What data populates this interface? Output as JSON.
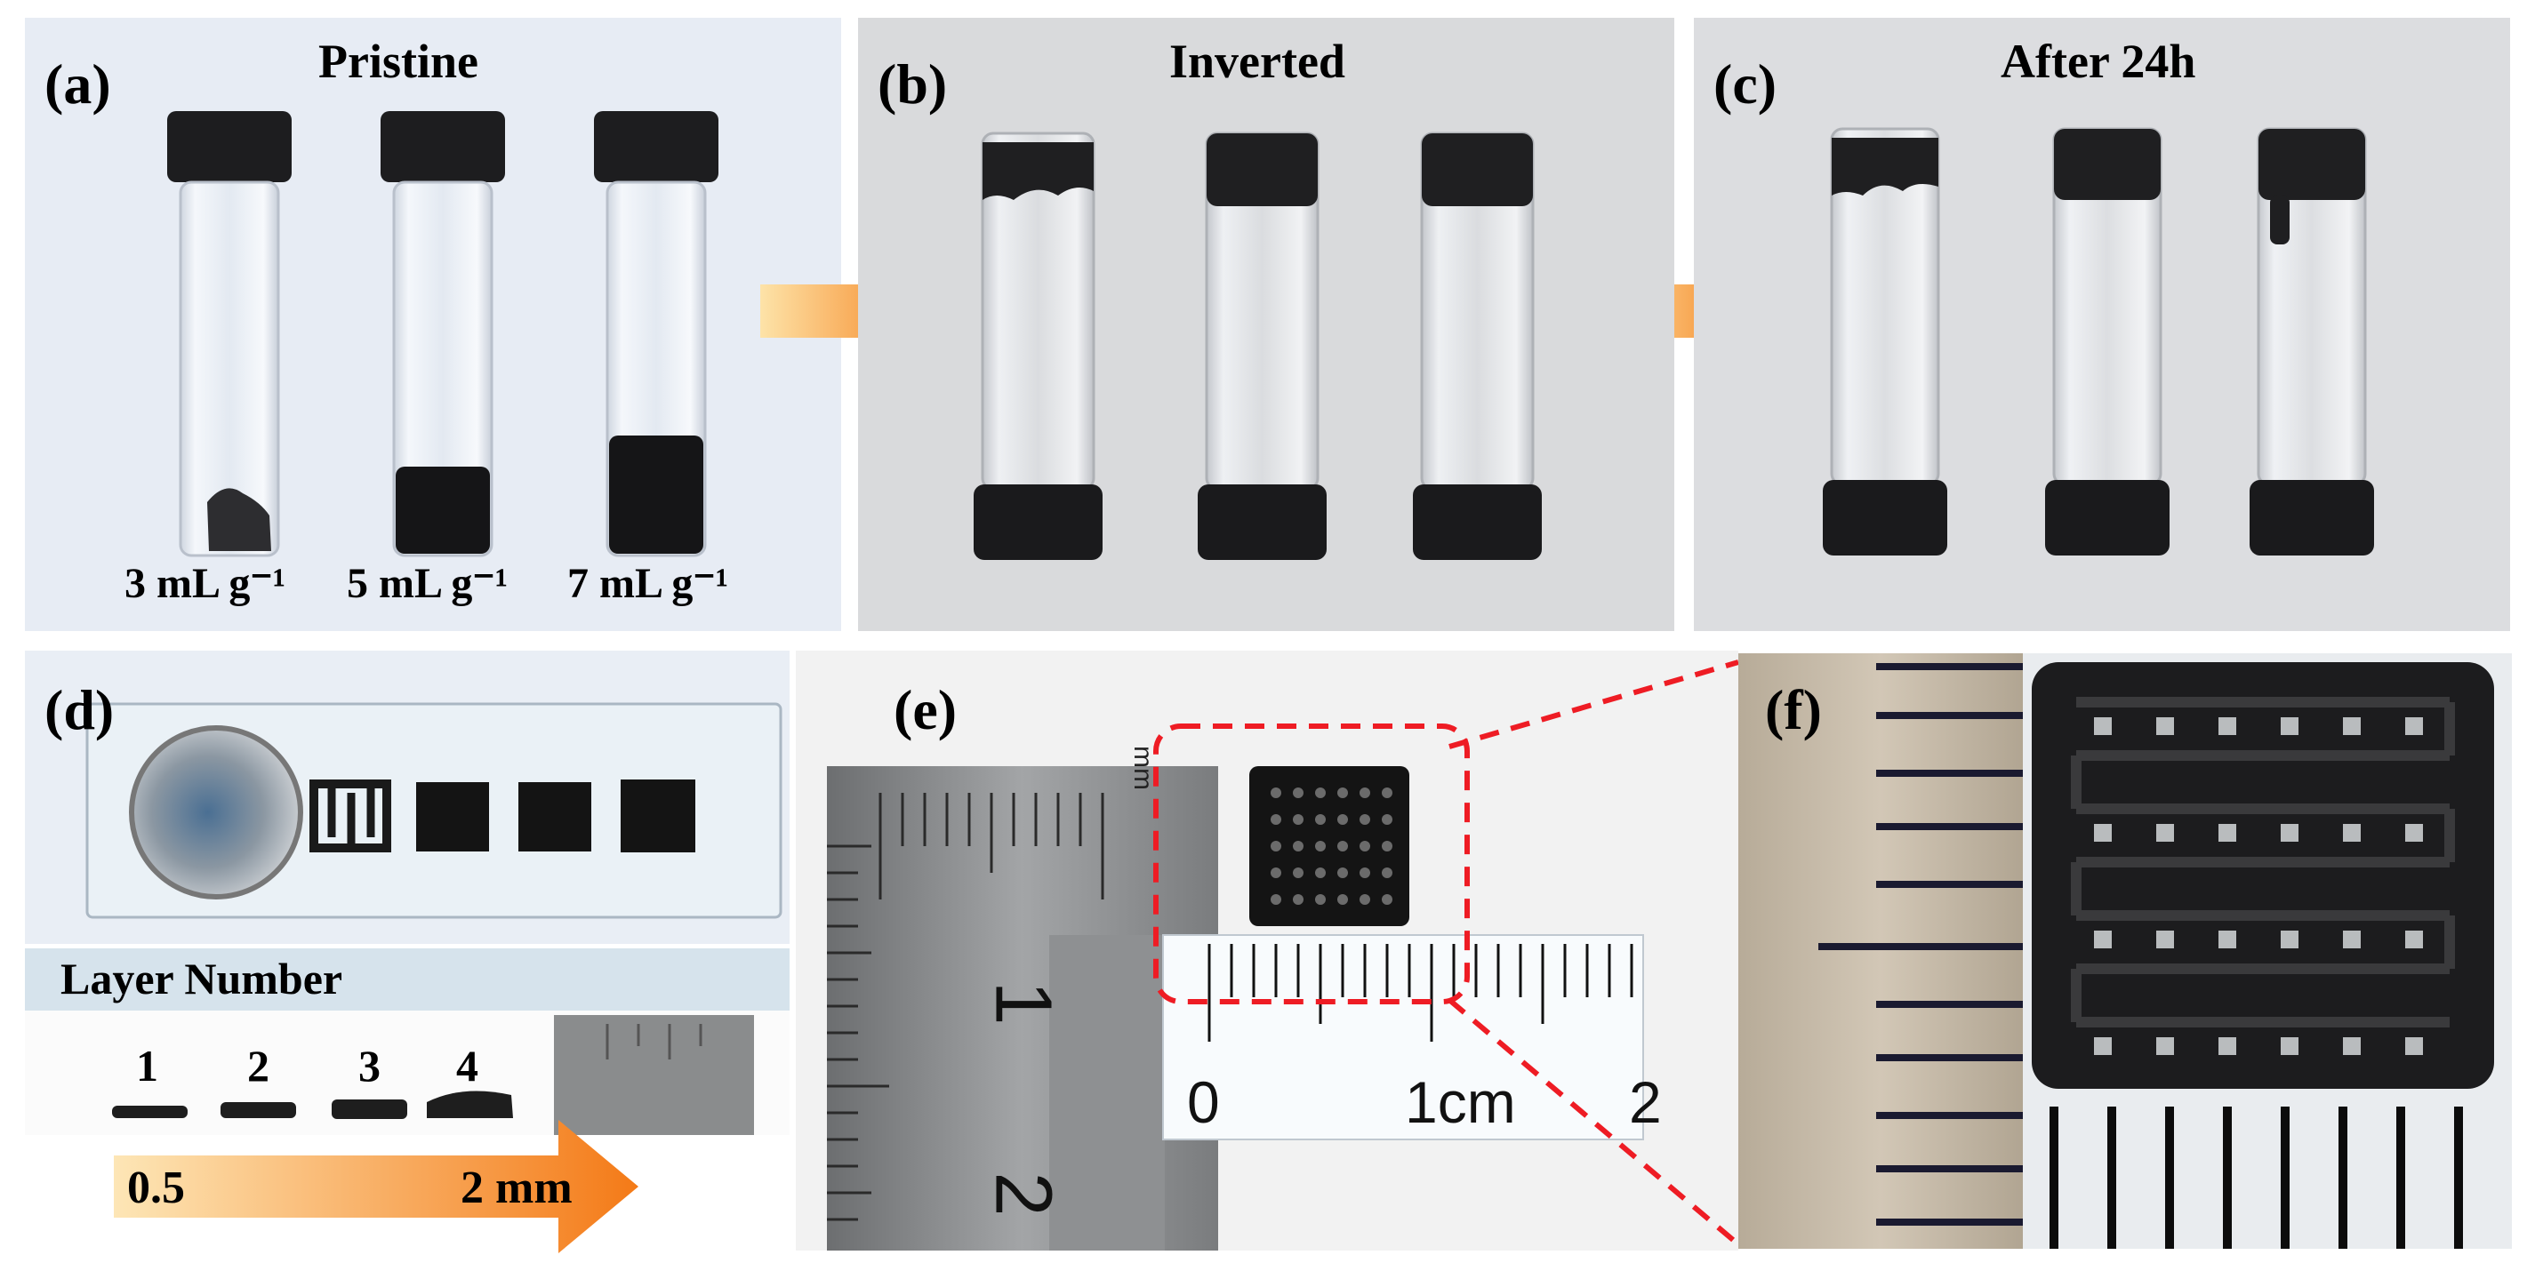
{
  "panels": {
    "a": {
      "label": "(a)",
      "title": "Pristine",
      "vials": [
        "3 mL g⁻¹",
        "5 mL g⁻¹",
        "7 mL g⁻¹"
      ],
      "bg": "#e6ebf3"
    },
    "b": {
      "label": "(b)",
      "title": "Inverted",
      "bg": "#d9dadc"
    },
    "c": {
      "label": "(c)",
      "title": "After 24h",
      "bg": "#dcdde0"
    },
    "d": {
      "label": "(d)",
      "layer_title": "Layer Number",
      "layers": [
        "1",
        "2",
        "3",
        "4"
      ],
      "range_start": "0.5",
      "range_end": "2 mm",
      "bg": "#e9eef5"
    },
    "e": {
      "label": "(e)",
      "ruler_top_unit": "mm",
      "ruler_left": [
        "1",
        "2"
      ],
      "ruler_bottom": [
        "0",
        "1cm",
        "2"
      ]
    },
    "f": {
      "label": "(f)"
    }
  },
  "colors": {
    "arrow_start": "#fde3a8",
    "arrow_end": "#f5821f",
    "dash": "#ee1c24",
    "cap": "#1d1d1f"
  }
}
